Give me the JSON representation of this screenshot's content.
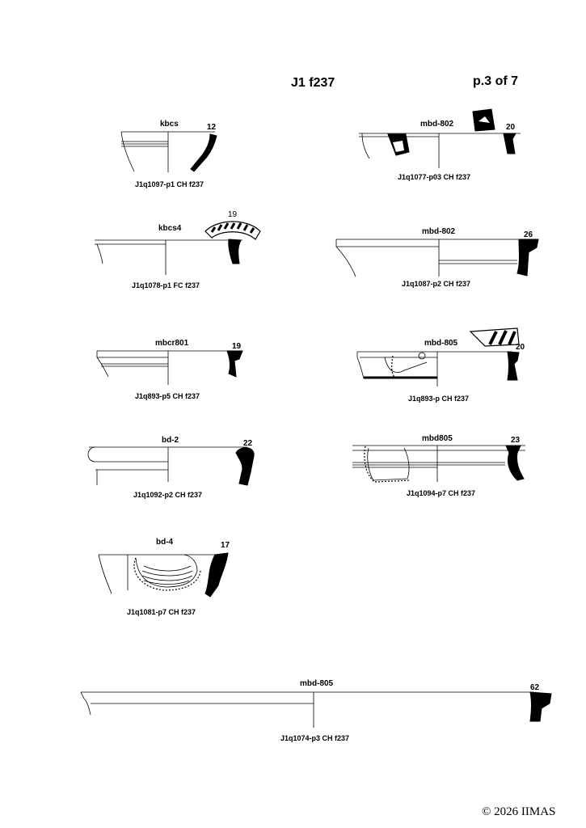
{
  "header": {
    "title": "J1 f237",
    "page": "p.3 of 7"
  },
  "sherds": [
    {
      "code": "kbcs",
      "number": "12",
      "caption": "J1q1097-p1 CH f237"
    },
    {
      "code": "mbd-802",
      "number": "20",
      "caption": "J1q1077-p03 CH f237"
    },
    {
      "code": "kbcs4",
      "number": "19",
      "caption": "J1q1078-p1 FC f237"
    },
    {
      "code": "mbd-802",
      "number": "26",
      "caption": "J1q1087-p2 CH f237"
    },
    {
      "code": "mbcr801",
      "number": "19",
      "caption": "J1q893-p5 CH f237"
    },
    {
      "code": "mbd-805",
      "number": "20",
      "caption": "J1q893-p CH f237"
    },
    {
      "code": "bd-2",
      "number": "22",
      "caption": "J1q1092-p2 CH f237"
    },
    {
      "code": "mbd805",
      "number": "23",
      "caption": "J1q1094-p7 CH f237"
    },
    {
      "code": "bd-4",
      "number": "17",
      "caption": "J1q1081-p7 CH f237"
    },
    {
      "code": "mbd-805",
      "number": "62",
      "caption": "J1q1074-p3 CH f237"
    }
  ],
  "footer": {
    "copyright": "© 2026 IIMAS"
  }
}
